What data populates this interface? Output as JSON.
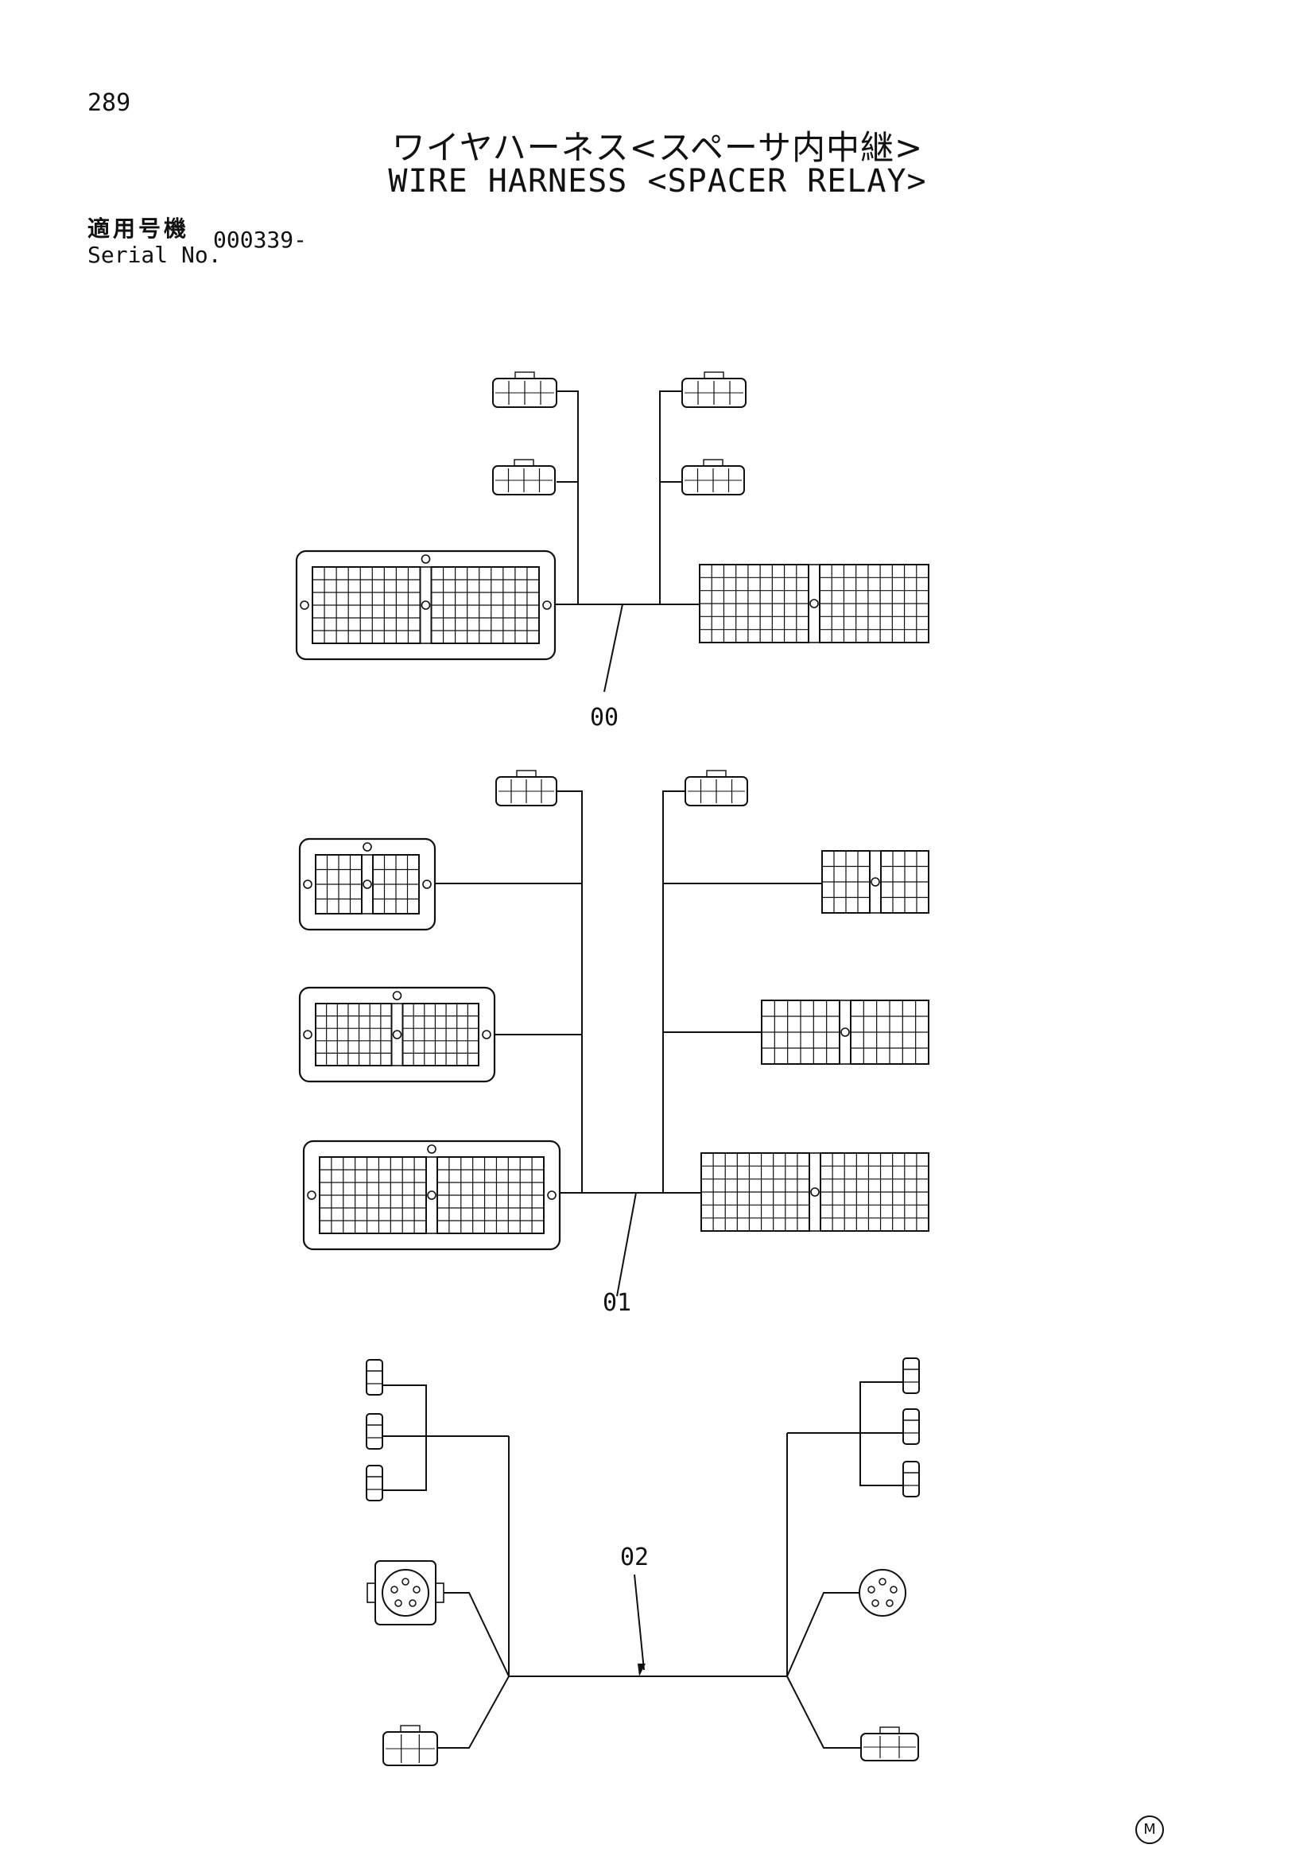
{
  "header": {
    "page_number": "289",
    "title_jp": "ワイヤハーネス<スペーサ内中継>",
    "title_en": "WIRE HARNESS <SPACER RELAY>",
    "serial_label_jp": "適用号機",
    "serial_label_en": "Serial No.",
    "serial_value": "000339-"
  },
  "callouts": [
    {
      "label": "00"
    },
    {
      "label": "01"
    },
    {
      "label": "02"
    }
  ],
  "footer": {
    "mark": "M"
  },
  "colors": {
    "line": "#111111",
    "background": "#ffffff"
  }
}
